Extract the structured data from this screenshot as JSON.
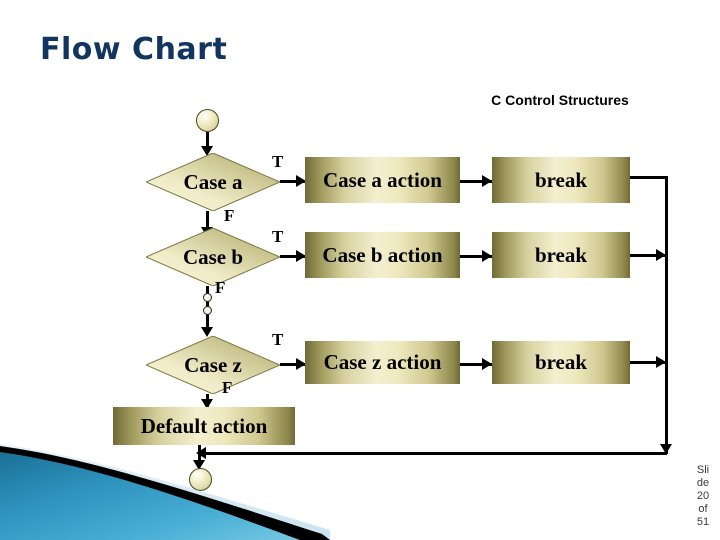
{
  "slide": {
    "title": "Flow Chart",
    "header_label": "C Control Structures",
    "title_color": "#123560",
    "accent_fill": "#efe9c0",
    "line_color": "#000000",
    "slide_number_lines": [
      "Sli",
      "de",
      "20",
      "of",
      "51"
    ]
  },
  "flow": {
    "start_terminator": "start-connector",
    "end_terminator": "end-connector",
    "ellipsis": "vertical-ellipsis",
    "rows": [
      {
        "decision": "Case a",
        "true_label": "T",
        "false_label": "F",
        "action": "Case a action",
        "break": "break"
      },
      {
        "decision": "Case b",
        "true_label": "T",
        "false_label": "F",
        "action": "Case b action",
        "break": "break"
      },
      {
        "decision": "Case z",
        "true_label": "T",
        "false_label": "F",
        "action": "Case z action",
        "break": "break"
      }
    ],
    "default_action": "Default action"
  }
}
